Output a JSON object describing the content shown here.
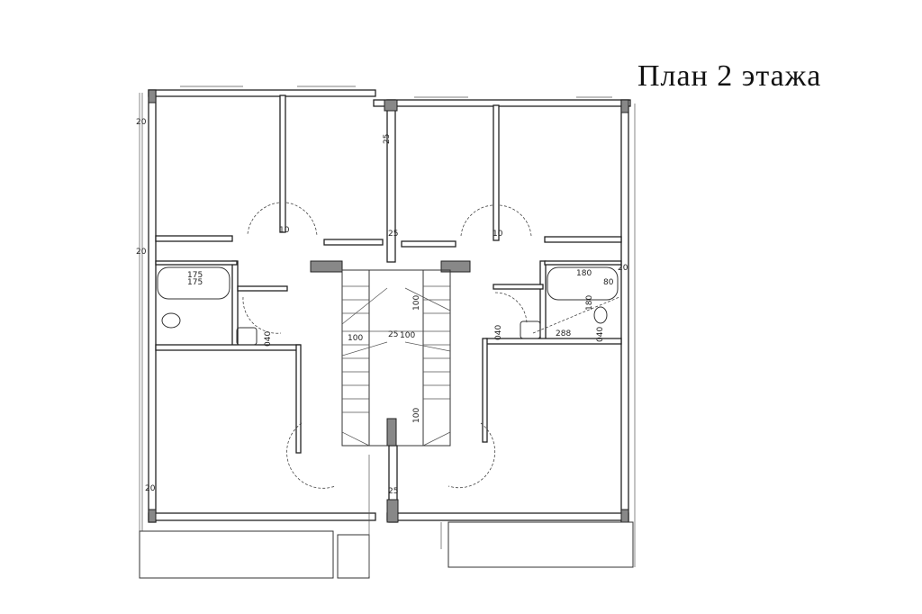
{
  "title": "План 2 этажа",
  "dimensions": {
    "left_bath_1": "175",
    "left_bath_2": "175",
    "right_bath": "180",
    "right_bath_side": "80",
    "right_bath_vert": "180",
    "right_wc_width": "288",
    "stair_left": "100",
    "stair_mid": "100",
    "stair_top_right": "100",
    "stair_bottom_right": "100",
    "wall_25_a": "25",
    "wall_25_b": "25",
    "wall_25_c": "25",
    "wall_25_d": "25",
    "wall_20_a": "20",
    "wall_20_b": "20",
    "wall_20_c": "20",
    "wall_20_d": "20",
    "wall_10_a": "10",
    "wall_10_b": "10",
    "wall_40_a": "040",
    "wall_40_b": "040",
    "wall_40_c": "040"
  }
}
